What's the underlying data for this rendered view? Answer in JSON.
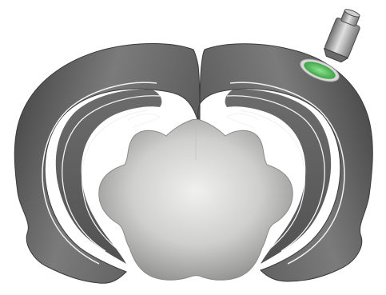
{
  "figure": {
    "background_color": "#ffffff",
    "tissue_dark_color": "#4a4a4a",
    "tissue_mid_color": "#8a8a8a",
    "center_light_color": "#e6e6e4",
    "outline_color": "#f2f2f2",
    "implant_color": "#5fcf6a",
    "objective_color": "#9a9a9a"
  },
  "hemispheres": [
    "left-hemisphere",
    "right-hemisphere"
  ],
  "objective": {
    "icon": "microscope-objective-icon",
    "target": "right-hemisphere"
  }
}
